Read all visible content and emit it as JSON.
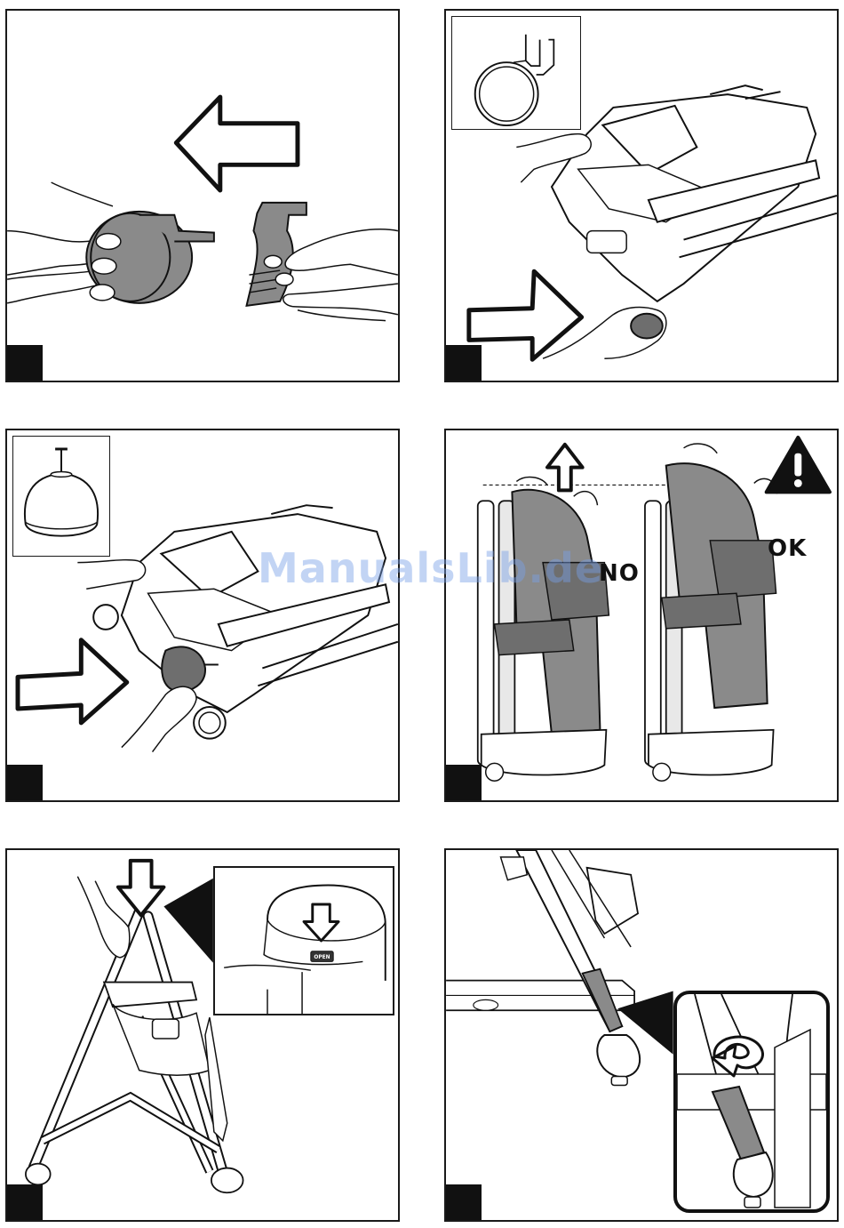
{
  "page": {
    "watermark": "ManualsLib.de"
  },
  "panels": [
    {
      "id": 1,
      "description_icons": [
        "hand-icon",
        "wheel-icon",
        "bracket-icon",
        "arrow-left-icon"
      ]
    },
    {
      "id": 2,
      "description_icons": [
        "wheel-inset-icon",
        "highchair-folded-icon",
        "arrow-right-icon"
      ]
    },
    {
      "id": 3,
      "description_icons": [
        "foot-cap-inset-icon",
        "highchair-folded-icon",
        "arrow-right-icon"
      ]
    },
    {
      "id": 4,
      "labels": {
        "no": "NO",
        "ok": "OK"
      },
      "description_icons": [
        "warning-icon",
        "arrow-up-icon"
      ]
    },
    {
      "id": 5,
      "open_tag": "OPEN",
      "description_icons": [
        "arrow-down-icon",
        "highchair-icon"
      ]
    },
    {
      "id": 6,
      "description_icons": [
        "rotate-arrow-icon",
        "highchair-leg-icon"
      ]
    }
  ],
  "colors": {
    "line": "#1a1a1a",
    "grey": "#8a8a8a",
    "dark_grey": "#6e6e6e",
    "light_grey": "#e8e8e8"
  }
}
